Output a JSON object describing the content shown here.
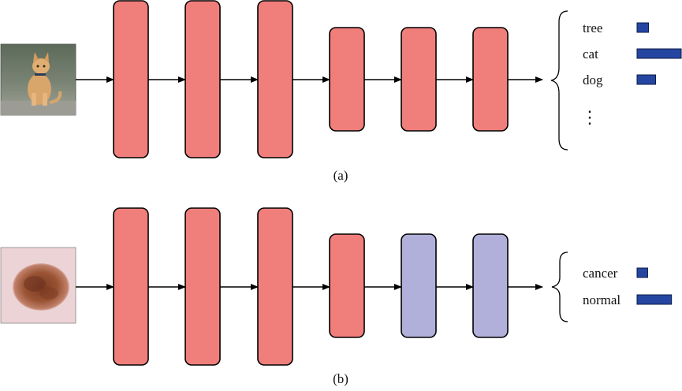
{
  "colors": {
    "layer_fixed": "#f07f7c",
    "layer_trainable": "#b0b0da",
    "score_bar": "#2546a0",
    "stroke": "#000000"
  },
  "panel_a": {
    "caption": "(a)",
    "input_image": "cat-photo",
    "layers": [
      "fixed",
      "fixed",
      "fixed",
      "fixed",
      "fixed",
      "fixed"
    ],
    "outputs": [
      {
        "label": "tree",
        "score": 0.26
      },
      {
        "label": "cat",
        "score": 1.0
      },
      {
        "label": "dog",
        "score": 0.42
      }
    ],
    "ellipsis": "⋮"
  },
  "panel_b": {
    "caption": "(b)",
    "input_image": "skin-lesion-photo",
    "layers": [
      "fixed",
      "fixed",
      "fixed",
      "fixed",
      "trainable",
      "trainable"
    ],
    "outputs": [
      {
        "label": "cancer",
        "score": 0.24
      },
      {
        "label": "normal",
        "score": 0.78
      }
    ]
  }
}
